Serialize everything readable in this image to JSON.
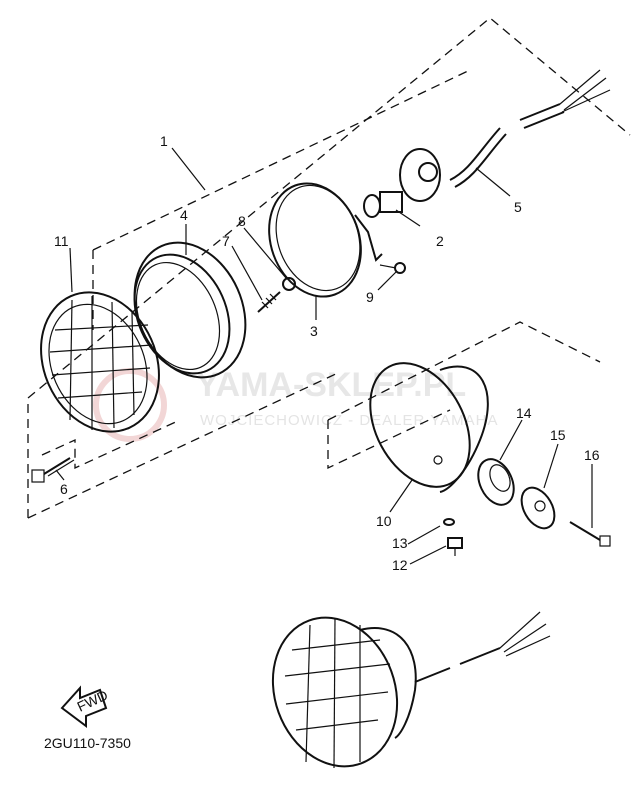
{
  "diagram": {
    "watermark": {
      "title": "YAMA-SKLEP.PL",
      "subtitle": "WOJCIECHOWICZ - DEALER YAMAHA"
    },
    "diagram_code": "2GU110-7350",
    "fwd_label": "FWD",
    "callouts": [
      {
        "id": "c1",
        "text": "1"
      },
      {
        "id": "c2",
        "text": "2"
      },
      {
        "id": "c3",
        "text": "3"
      },
      {
        "id": "c4",
        "text": "4"
      },
      {
        "id": "c5",
        "text": "5"
      },
      {
        "id": "c6",
        "text": "6"
      },
      {
        "id": "c7",
        "text": "7"
      },
      {
        "id": "c8",
        "text": "8"
      },
      {
        "id": "c9",
        "text": "9"
      },
      {
        "id": "c10",
        "text": "10"
      },
      {
        "id": "c11",
        "text": "11"
      },
      {
        "id": "c12",
        "text": "12"
      },
      {
        "id": "c13",
        "text": "13"
      },
      {
        "id": "c14",
        "text": "14"
      },
      {
        "id": "c15",
        "text": "15"
      },
      {
        "id": "c16",
        "text": "16"
      }
    ]
  }
}
